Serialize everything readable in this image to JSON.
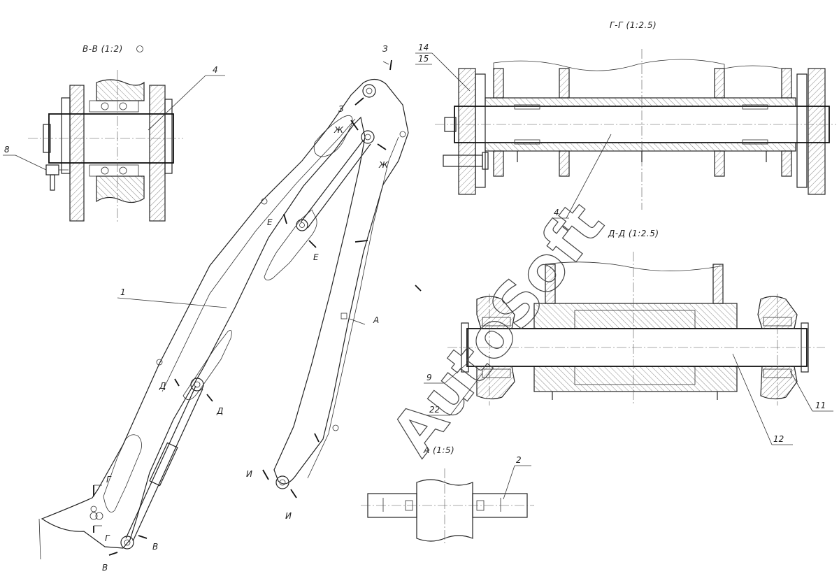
{
  "views": {
    "bb": {
      "title": "В-В  (1:2)"
    },
    "gg": {
      "title": "Г-Г  (1:2.5)"
    },
    "dd": {
      "title": "Д-Д  (1:2.5)"
    },
    "a": {
      "title": "А  (1:5)"
    }
  },
  "section_marks": {
    "z": "З",
    "zh": "Ж",
    "e": "Е",
    "d": "Д",
    "a": "А",
    "i": "И",
    "g": "Г",
    "v": "В"
  },
  "callouts": [
    "1",
    "2",
    "3",
    "4",
    "8",
    "9",
    "11",
    "12",
    "14",
    "15",
    "22"
  ],
  "watermark": "AutoSoft"
}
